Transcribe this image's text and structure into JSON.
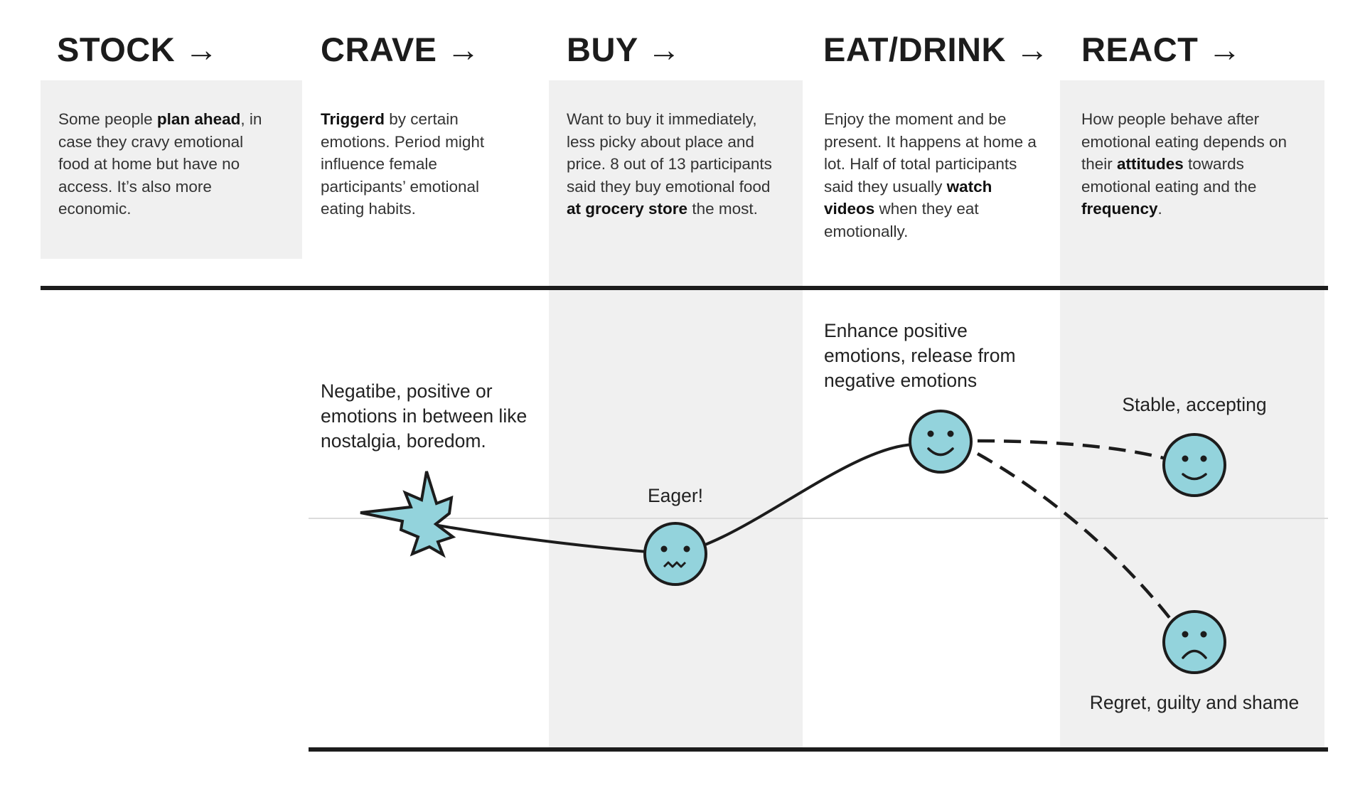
{
  "stages": [
    {
      "name": "STOCK",
      "arrow": "→",
      "description": [
        {
          "text": "Some people "
        },
        {
          "text": "plan ahead",
          "bold": true
        },
        {
          "text": ", in case they cravy emotional food at home but have no access. It’s also more economic."
        }
      ]
    },
    {
      "name": "CRAVE",
      "arrow": "→",
      "description": [
        {
          "text": "Triggerd",
          "bold": true
        },
        {
          "text": " by certain emotions. Period might influence female participants’ emotional eating habits."
        }
      ]
    },
    {
      "name": "BUY",
      "arrow": "→",
      "description": [
        {
          "text": "Want to buy it immediately, less picky about place and price. 8 out of 13 participants said they buy emotional food "
        },
        {
          "text": "at grocery store",
          "bold": true
        },
        {
          "text": " the most."
        }
      ]
    },
    {
      "name": "EAT/DRINK",
      "arrow": "→",
      "description": [
        {
          "text": "Enjoy the moment and be present. It happens at home a lot. Half of  total participants said they usually "
        },
        {
          "text": "watch videos",
          "bold": true
        },
        {
          "text": " when they eat emotionally."
        }
      ]
    },
    {
      "name": "REACT",
      "arrow": "→",
      "description": [
        {
          "text": "How people behave after emotional eating depends on their "
        },
        {
          "text": "attitudes",
          "bold": true
        },
        {
          "text": " towards emotional eating and the "
        },
        {
          "text": "frequency",
          "bold": true
        },
        {
          "text": "."
        }
      ]
    }
  ],
  "callouts": {
    "crave": "Negatibe, positive or emotions in between like nostalgia, boredom.",
    "buy": "Eager!",
    "eat": "Enhance positive emotions, release from negative emotions",
    "react_positive": "Stable, accepting",
    "react_negative": "Regret, guilty and shame"
  },
  "emotion_points": [
    {
      "stage": "CRAVE",
      "marker": "burst-icon"
    },
    {
      "stage": "BUY",
      "marker": "nervous-face-icon"
    },
    {
      "stage": "EAT/DRINK",
      "marker": "smiley-face-icon"
    },
    {
      "stage": "REACT",
      "marker": "smiley-face-icon",
      "path": "dashed"
    },
    {
      "stage": "REACT",
      "marker": "sad-face-icon",
      "path": "dashed"
    }
  ],
  "colors": {
    "face_fill": "#93d3dc",
    "outline": "#1c1c1c",
    "panel_background": "#f0f0f0",
    "baseline": "#dcdcdc"
  }
}
